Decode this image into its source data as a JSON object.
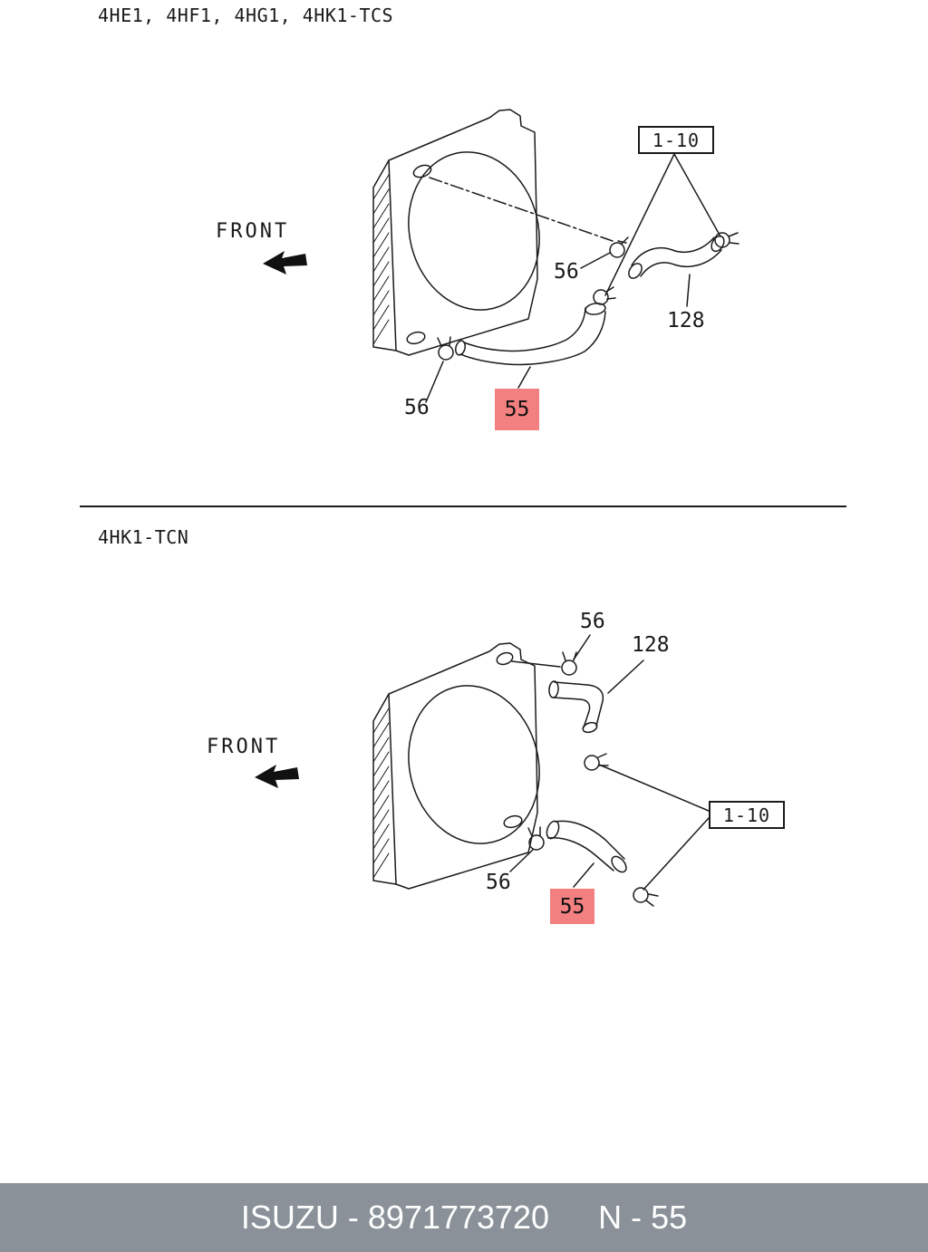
{
  "colors": {
    "highlight_bg": "#f28080",
    "footer_bg": "#8a9198",
    "line": "#1a1a1a"
  },
  "sections": [
    {
      "title": "4HE1, 4HF1, 4HG1, 4HK1-TCS",
      "front_label": "FRONT",
      "ref_box_label": "1-10",
      "callouts": {
        "clamp_upper": "56",
        "hose_upper": "128",
        "clamp_lower": "56",
        "hose_highlighted": "55"
      }
    },
    {
      "title": "4HK1-TCN",
      "front_label": "FRONT",
      "ref_box_label": "1-10",
      "callouts": {
        "clamp_upper": "56",
        "hose_upper": "128",
        "clamp_lower": "56",
        "hose_highlighted": "55"
      }
    }
  ],
  "footer": {
    "left_text": "ISUZU - 8971773720",
    "right_text": "N - 55"
  }
}
